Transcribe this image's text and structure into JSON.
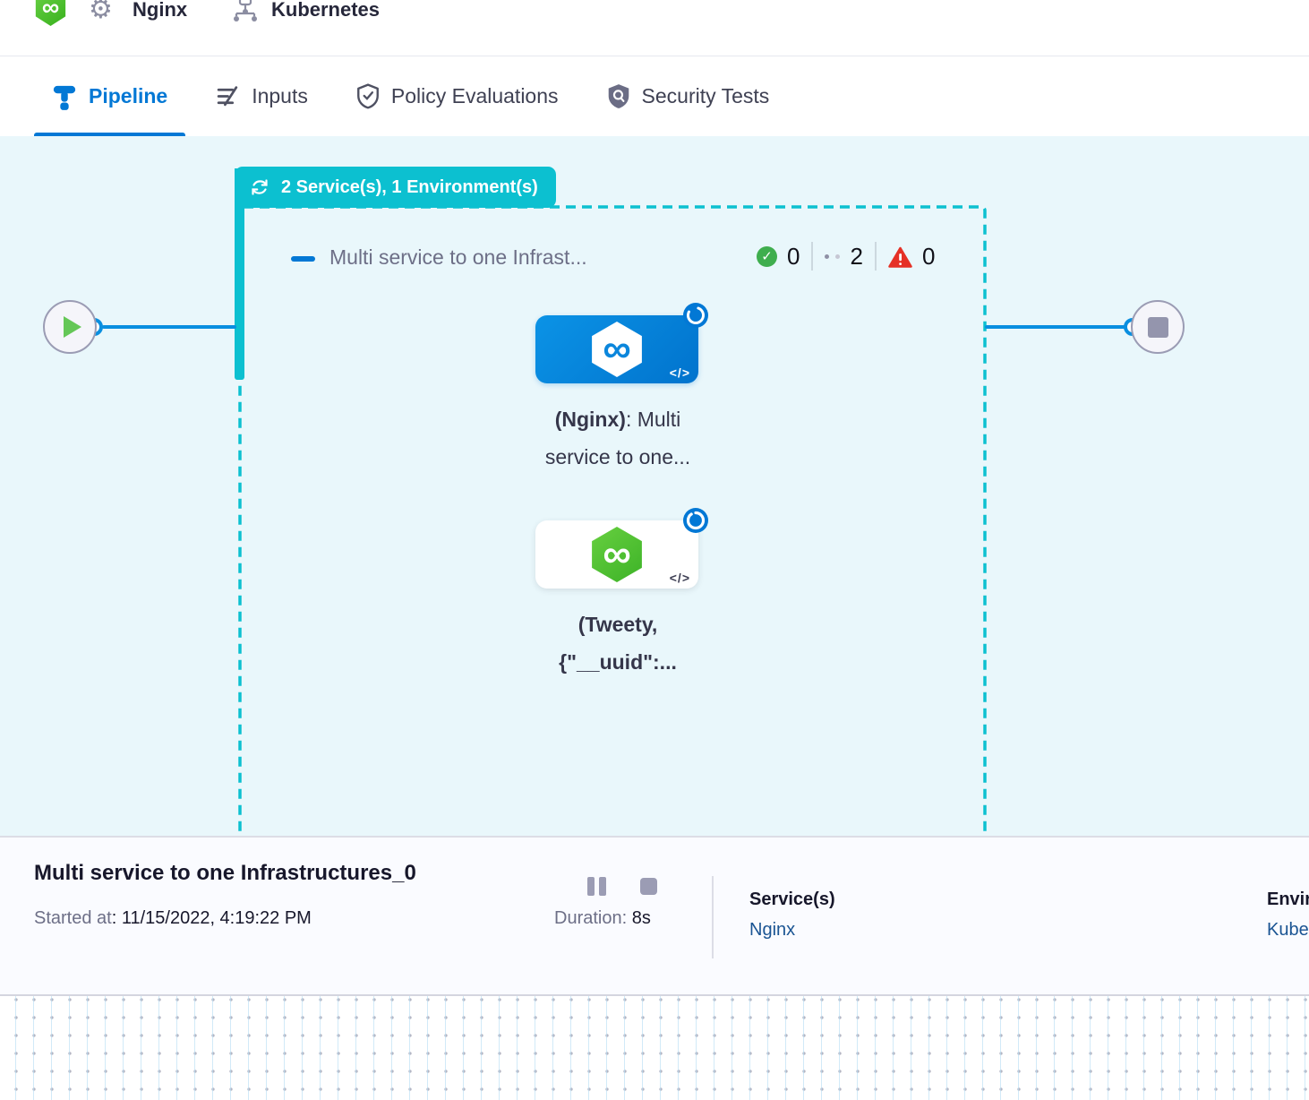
{
  "header": {
    "service_icon": "harness-service-icon",
    "entity_icon": "gear-icon",
    "entity_name": "Nginx",
    "environment_icon": "kubernetes-icon",
    "environment_name": "Kubernetes"
  },
  "tabs": [
    {
      "label": "Pipeline",
      "icon": "pipeline-icon",
      "active": true
    },
    {
      "label": "Inputs",
      "icon": "inputs-icon",
      "active": false
    },
    {
      "label": "Policy Evaluations",
      "icon": "shield-check-icon",
      "active": false
    },
    {
      "label": "Security Tests",
      "icon": "shield-scan-icon",
      "active": false
    }
  ],
  "canvas": {
    "group_badge": {
      "icon": "loop-icon",
      "label": "2 Service(s), 1 Environment(s)"
    },
    "stage_header": {
      "collapse_icon": "minus-icon",
      "title": "Multi service to one Infrast...",
      "success_count": "0",
      "running_count": "2",
      "failed_count": "0"
    },
    "nodes": [
      {
        "name": "nginx-service-node",
        "badge_icon": "spinner-icon",
        "code_icon": "</>",
        "label_bold": "(Nginx)",
        "label_rest": ": Multi",
        "label_line2": "service to one..."
      },
      {
        "name": "tweety-service-node",
        "badge_icon": "spinner-icon",
        "code_icon": "</>",
        "label_bold": "(Tweety,",
        "label_rest": "",
        "label_line2": "{\"__uuid\":..."
      }
    ],
    "start_node_icon": "play-icon",
    "end_node_icon": "stop-icon"
  },
  "footer": {
    "title": "Multi service to one Infrastructures_0",
    "started_label": "Started at",
    "started_value": ": 11/15/2022, 4:19:22 PM",
    "pause_icon": "pause-icon",
    "stop_icon": "stop-icon",
    "duration_label": "Duration:",
    "duration_value": "8s",
    "services_label": "Service(s)",
    "services_value": "Nginx",
    "environments_label": "Environment(s)",
    "environments_value": "Kubernetes"
  },
  "glyphs": {
    "infinity": "∞",
    "gear": "⚙"
  },
  "colors": {
    "accent_blue": "#0278d5",
    "line_blue": "#0a8fe0",
    "teal": "#0cc0d0",
    "canvas_bg": "#e9f7fb",
    "success_green": "#3fae4e",
    "error_red": "#e53126",
    "harness_green": "#3cb227",
    "link_navy": "#1a5493"
  }
}
